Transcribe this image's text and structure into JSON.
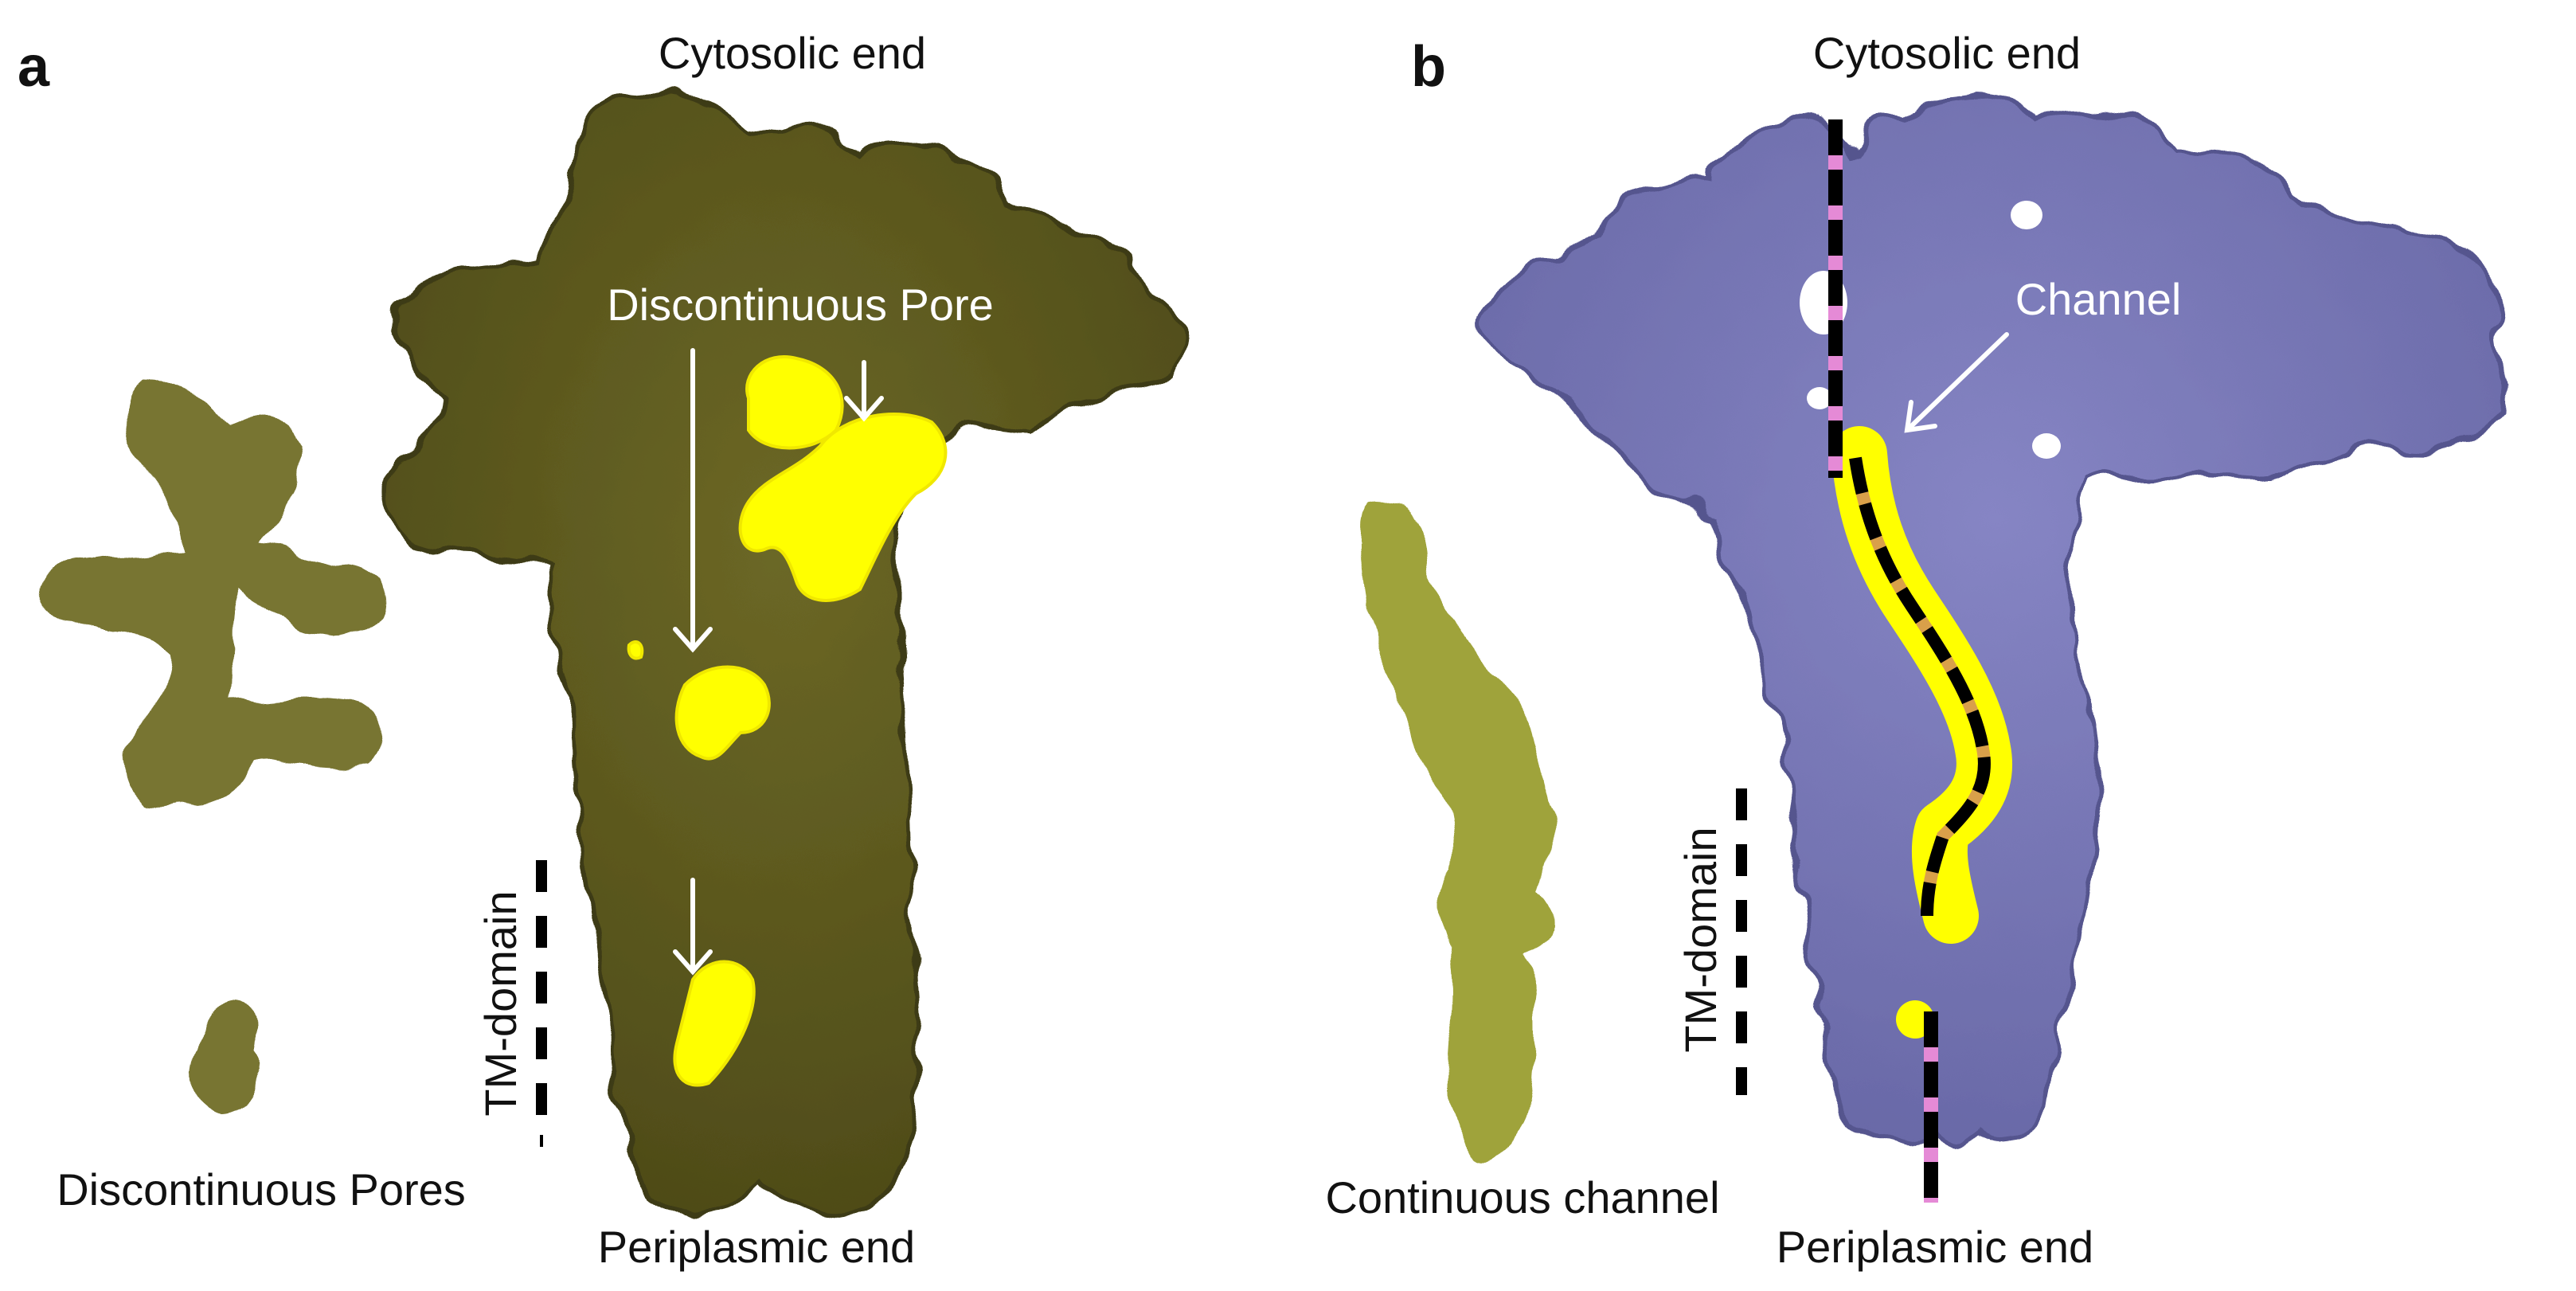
{
  "panels": {
    "a": {
      "letter": "a",
      "top_label": "Cytosolic end",
      "bottom_label": "Periplasmic end",
      "pore_label": "Discontinuous Pore",
      "side_label": "Discontinuous Pores",
      "tm_label": "TM-domain"
    },
    "b": {
      "letter": "b",
      "top_label": "Cytosolic end",
      "bottom_label": "Periplasmic end",
      "channel_label": "Channel",
      "side_label": "Continuous channel",
      "tm_label": "TM-domain"
    }
  },
  "colors": {
    "protein_a": "#5e5a1e",
    "protein_a_edge": "#3e3b12",
    "protein_b": "#7a79b8",
    "protein_b_edge": "#55548e",
    "pore": "#ffff00",
    "side_pores": "#787433",
    "side_channel": "#9fa33a",
    "axis_dash": "#000000",
    "axis_gap": "#e58ad6"
  }
}
